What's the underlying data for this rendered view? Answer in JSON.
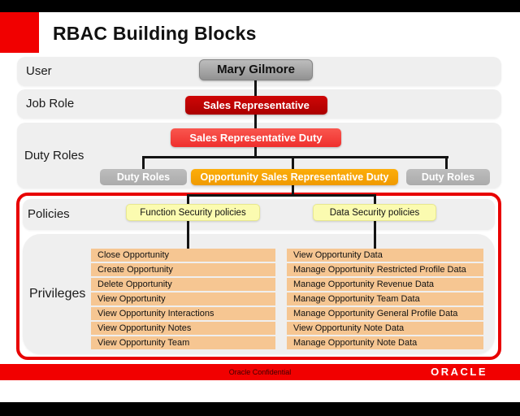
{
  "header": {
    "title": "RBAC Building Blocks"
  },
  "bands": {
    "user_label": "User",
    "job_role_label": "Job Role",
    "duty_roles_label": "Duty Roles",
    "policies_label": "Policies",
    "privileges_label": "Privileges"
  },
  "nodes": {
    "user_name": "Mary Gilmore",
    "job_role": "Sales Representative",
    "duty_parent": "Sales Representative Duty",
    "duty_left": "Duty Roles",
    "duty_center": "Opportunity Sales Representative Duty",
    "duty_right": "Duty Roles",
    "function_policy": "Function Security policies",
    "data_policy": "Data Security policies"
  },
  "privileges": {
    "function_list": [
      "Close Opportunity",
      "Create Opportunity",
      "Delete Opportunity",
      "View Opportunity",
      "View Opportunity Interactions",
      "View Opportunity Notes",
      "View Opportunity Team"
    ],
    "data_list": [
      "View Opportunity Data",
      "Manage Opportunity Restricted Profile Data",
      "Manage Opportunity Revenue Data",
      "Manage Opportunity Team Data",
      "Manage Opportunity General Profile Data",
      "View Opportunity Note Data",
      "Manage Opportunity Note Data"
    ]
  },
  "footer": {
    "confidential_text": "Oracle Confidential",
    "brand": "ORACLE"
  },
  "colors": {
    "brand_red": "#f10000",
    "job_role_red": "#c00000",
    "duty_red": "#f2403a",
    "duty_orange": "#f5a000",
    "node_gray": "#b5b5b5",
    "policy_yellow": "#fbfbb0",
    "privilege_peach": "#f6c692",
    "band_gray": "#efefef"
  }
}
